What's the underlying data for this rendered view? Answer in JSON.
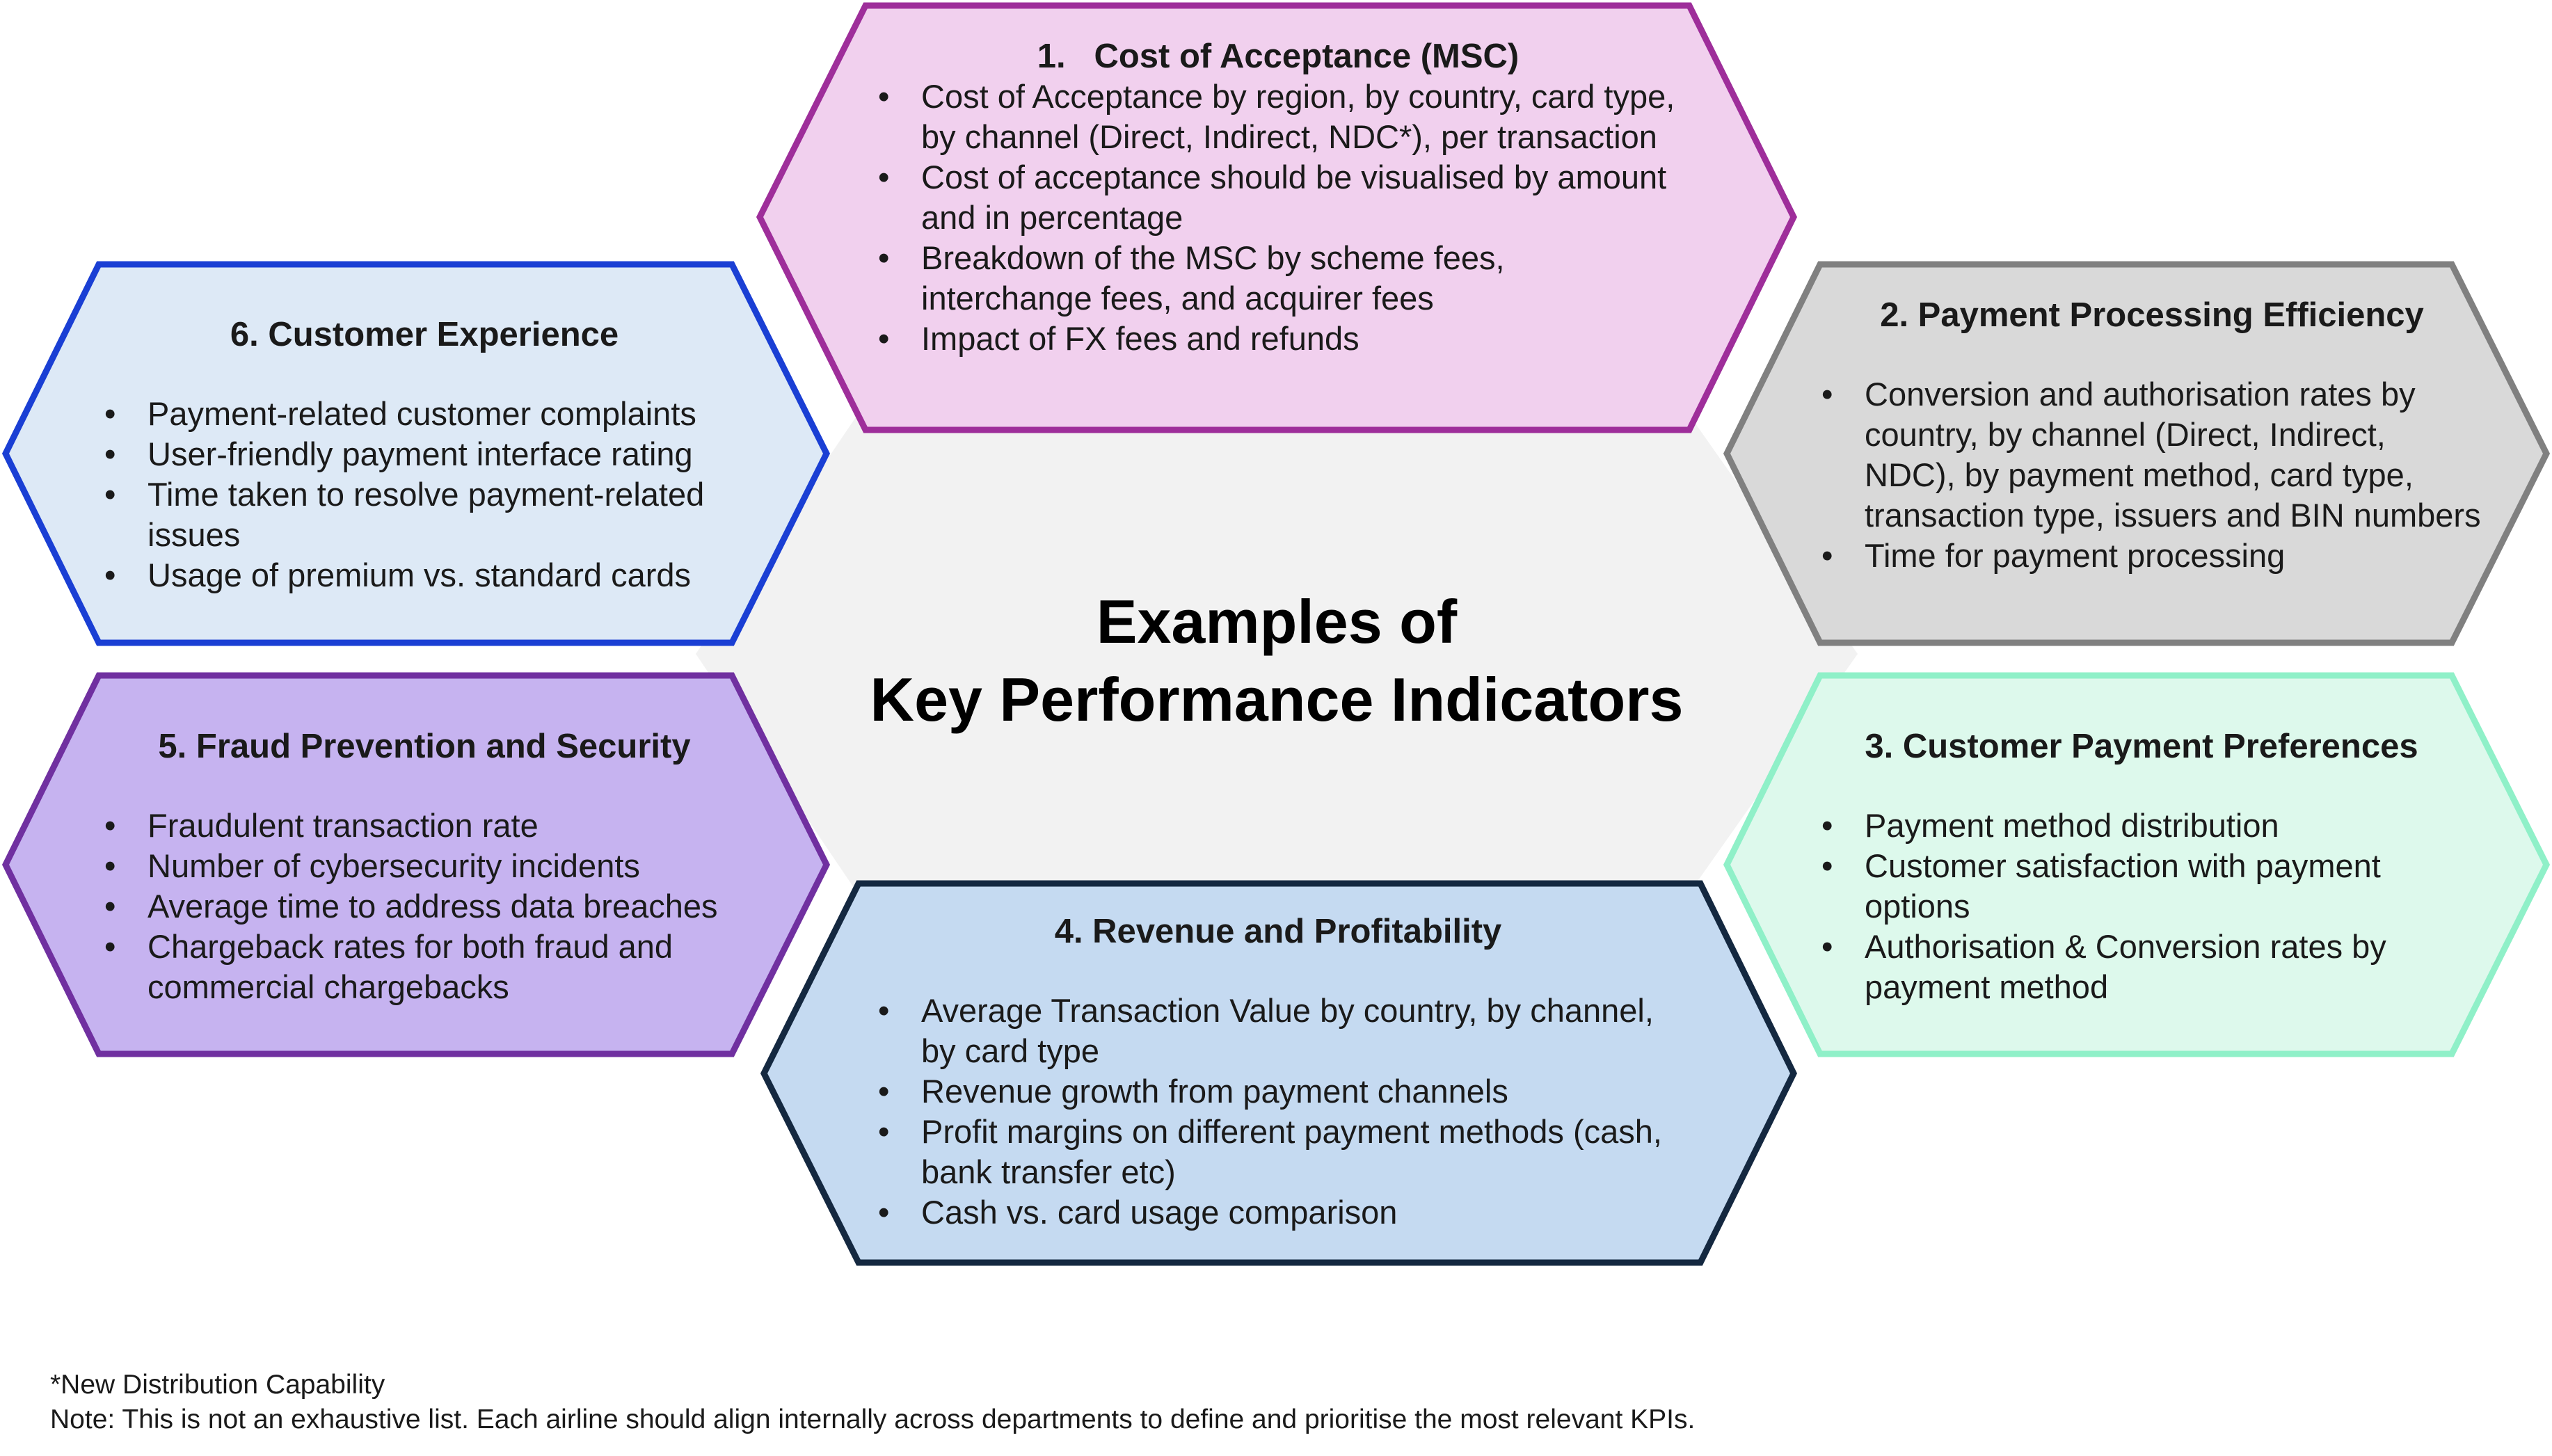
{
  "center": {
    "line1": "Examples of",
    "line2": "Key Performance Indicators"
  },
  "hexes": {
    "cost": {
      "title": "1.   Cost of Acceptance (MSC)",
      "fill": "#f1d0ee",
      "stroke": "#9e2e9a",
      "items": [
        "Cost of Acceptance by region, by country, card type, by channel (Direct, Indirect, NDC*), per transaction",
        "Cost of acceptance should be visualised by amount and in percentage",
        "Breakdown of the MSC by scheme fees, interchange fees, and acquirer fees",
        "Impact of FX fees and refunds"
      ]
    },
    "processing": {
      "title": "2. Payment Processing Efficiency",
      "fill": "#d9d9d9",
      "stroke": "#808080",
      "items": [
        "Conversion and authorisation rates by country, by channel (Direct, Indirect, NDC), by payment method, card type, transaction type, issuers and BIN numbers",
        "Time for payment processing"
      ]
    },
    "preferences": {
      "title": "3. Customer Payment Preferences",
      "fill": "#ddf9ec",
      "stroke": "#8ff0c8",
      "items": [
        "Payment method distribution",
        "Customer satisfaction with payment options",
        "Authorisation & Conversion rates by payment method"
      ]
    },
    "revenue": {
      "title": "4. Revenue and Profitability",
      "fill": "#c5daf1",
      "stroke": "#142840",
      "items": [
        "Average Transaction Value by country, by channel, by card type",
        "Revenue growth from payment channels",
        "Profit margins on different payment methods (cash, bank transfer etc)",
        "Cash vs. card usage comparison"
      ]
    },
    "fraud": {
      "title": "5. Fraud Prevention and Security",
      "fill": "#c6b3f0",
      "stroke": "#7030a0",
      "items": [
        "Fraudulent transaction rate",
        "Number of cybersecurity incidents",
        "Average time to address data breaches",
        "Chargeback rates for both fraud and commercial chargebacks"
      ]
    },
    "experience": {
      "title": "6. Customer Experience",
      "fill": "#dde9f6",
      "stroke": "#1a3fd4",
      "items": [
        "Payment-related customer complaints",
        "User-friendly payment interface rating",
        "Time taken to resolve payment-related issues",
        "Usage of premium vs. standard cards"
      ]
    }
  },
  "footnotes": {
    "ndc": "*New Distribution Capability",
    "note": "Note: This is not an exhaustive list. Each airline should align internally across departments to define and prioritise the most relevant KPIs."
  },
  "colors": {
    "center_background": "#f2f2f2"
  }
}
